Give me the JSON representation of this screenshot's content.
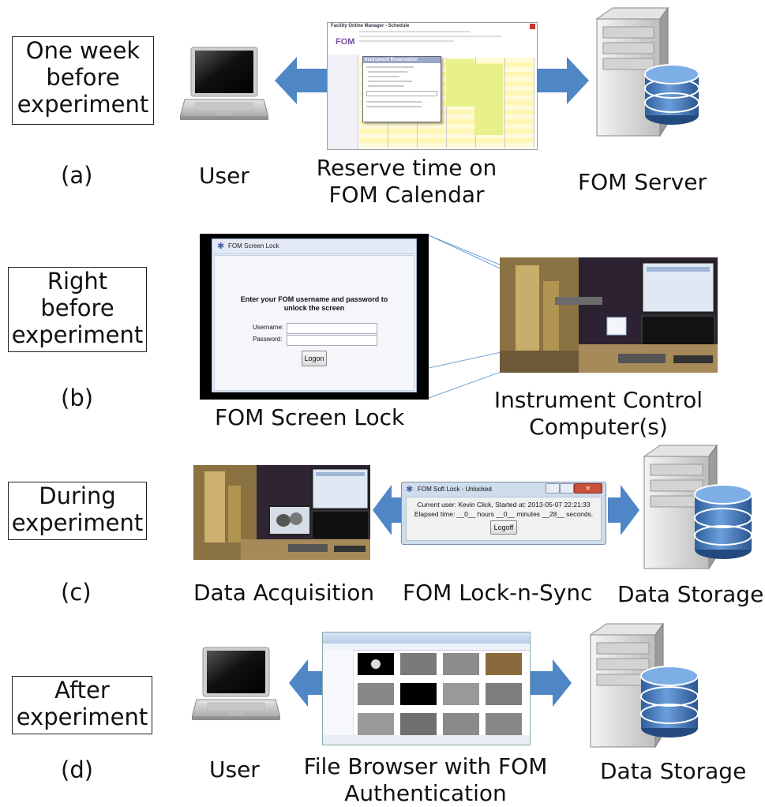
{
  "stages": [
    {
      "box_lines": [
        "One week",
        "before",
        "experiment"
      ],
      "letter": "(a)"
    },
    {
      "box_lines": [
        "Right",
        "before",
        "experiment"
      ],
      "letter": "(b)"
    },
    {
      "box_lines": [
        "During",
        "experiment"
      ],
      "letter": "(c)"
    },
    {
      "box_lines": [
        "After",
        "experiment"
      ],
      "letter": "(d)"
    }
  ],
  "captions": {
    "a_user": "User",
    "a_reserve_1": "Reserve time on",
    "a_reserve_2": "FOM Calendar",
    "a_server": "FOM Server",
    "b_screenlock": "FOM Screen Lock",
    "b_control_1": "Instrument Control",
    "b_control_2": "Computer(s)",
    "c_acq": "Data Acquisition",
    "c_sync": "FOM Lock-n-Sync",
    "c_storage": "Data Storage",
    "d_user": "User",
    "d_browser_1": "File Browser with FOM",
    "d_browser_2": "Authentication",
    "d_storage": "Data Storage"
  },
  "calendar_shot": {
    "window_title": "Facility Online Manager - Schedule",
    "logo": "FOM",
    "dialog_title": "Instrument Reservation"
  },
  "screen_lock": {
    "title": "FOM Screen Lock",
    "message_1": "Enter your FOM username and password to",
    "message_2": "unlock the screen",
    "username_label": "Username:",
    "password_label": "Password:",
    "logon_label": "Logon"
  },
  "soft_lock": {
    "title": "FOM Soft Lock - Unlocked",
    "line1": "Current user: Kevin Click, Started at: 2013-05-07 22:21:33",
    "line2": "Elapsed time: __0__ hours __0__ minutes __28__ seconds.",
    "logoff_label": "Logoff"
  },
  "colors": {
    "arrow": "#4f86c6",
    "db_blue": "#3a6fb0",
    "box_border": "#222222"
  },
  "icons": [
    "laptop-icon",
    "server-icon",
    "database-icon",
    "arrow-left-icon",
    "arrow-right-icon"
  ]
}
